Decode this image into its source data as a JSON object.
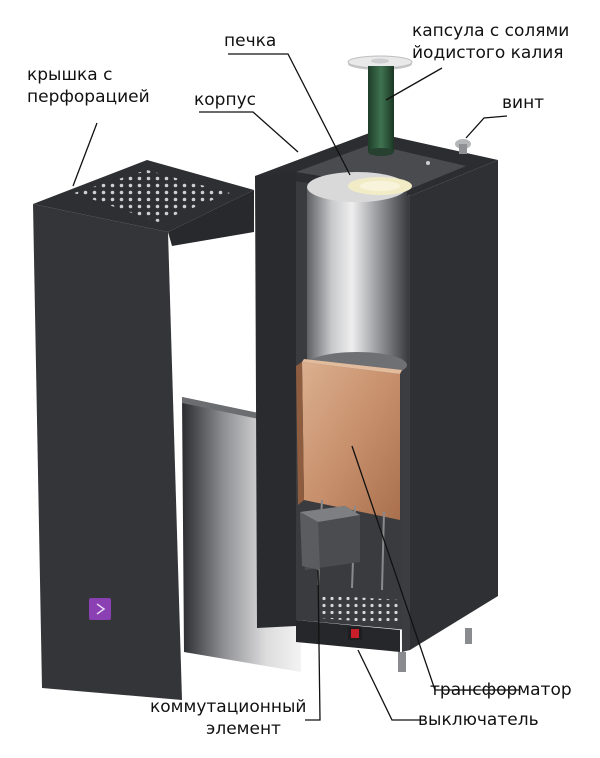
{
  "labels": {
    "lid": [
      "крышка с",
      "перфорацией"
    ],
    "body": "корпус",
    "stove": "печка",
    "capsule": [
      "капсула с солями",
      "йодистого калия"
    ],
    "screw": "винт",
    "transformer": "трансформатор",
    "switching": [
      "коммутационный",
      "элемент"
    ],
    "switch": "выключатель"
  },
  "colors": {
    "case": "#333437",
    "case_dark": "#232427",
    "case_inner": "#3d3e42",
    "copper": "#c58f6c",
    "capsule": "#2f5b3c",
    "leader": "#111111",
    "indicator": "#8a3fb3",
    "switch": "#c81e2a"
  }
}
